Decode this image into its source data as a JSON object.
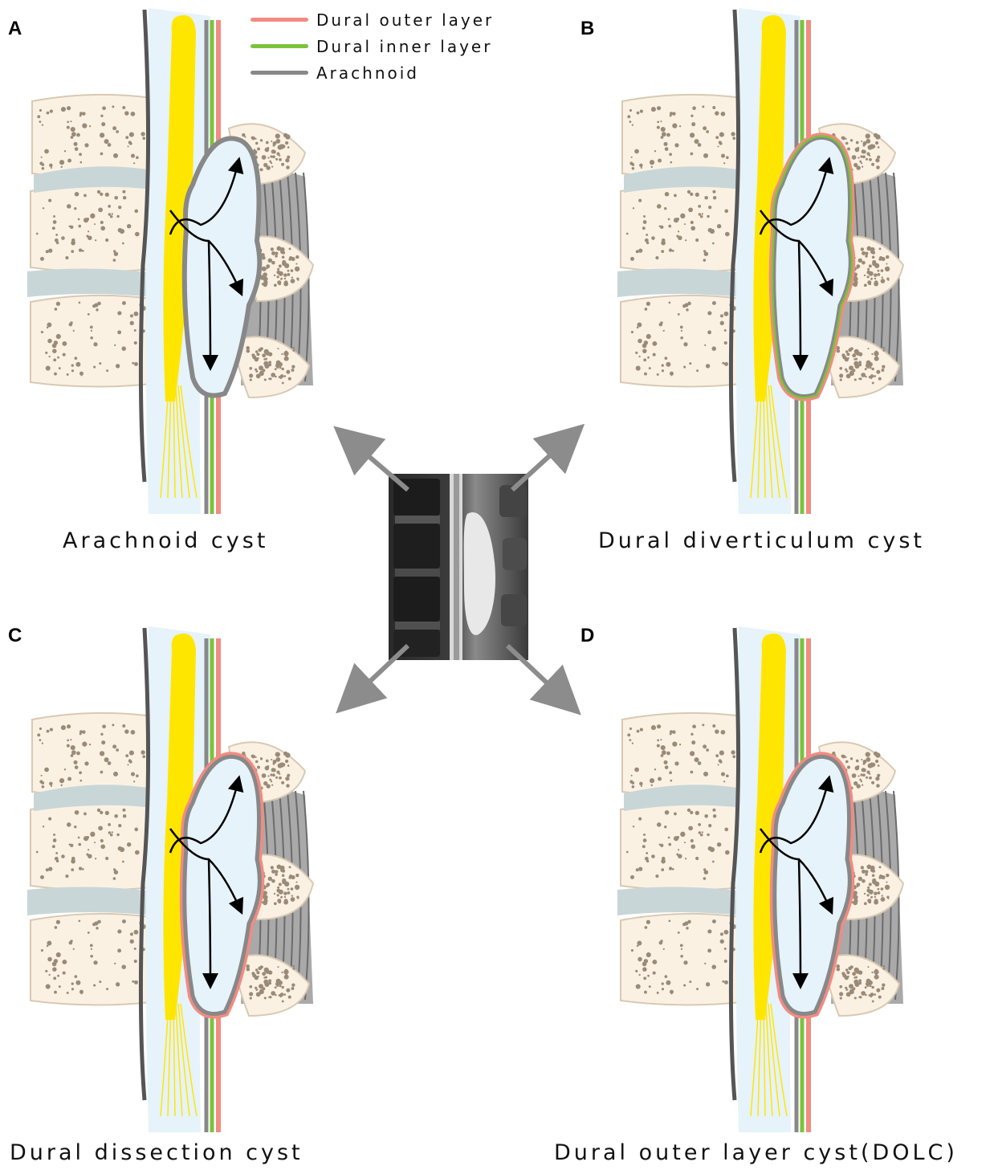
{
  "legend": [
    {
      "label": "Dural outer layer",
      "color": "#f28b82"
    },
    {
      "label": "Dural inner layer",
      "color": "#7cc23a"
    },
    {
      "label": "Arachnoid",
      "color": "#888888"
    }
  ],
  "panels": [
    {
      "letter": "A",
      "caption": "Arachnoid cyst",
      "variant": "arachnoid"
    },
    {
      "letter": "B",
      "caption": "Dural diverticulum cyst",
      "variant": "diverticulum"
    },
    {
      "letter": "C",
      "caption": "Dural dissection cyst",
      "variant": "dissection"
    },
    {
      "letter": "D",
      "caption": "Dural outer layer cyst(DOLC)",
      "variant": "dolc"
    }
  ],
  "colors": {
    "dural_outer": "#f28b82",
    "dural_inner": "#7cc23a",
    "arachnoid": "#888888",
    "spinal_cord": "#ffe600",
    "csf": "#e6f3fb",
    "bone": "#fbf1e3",
    "disc": "#c9d6d8",
    "arrow": "#8c8c8c"
  }
}
